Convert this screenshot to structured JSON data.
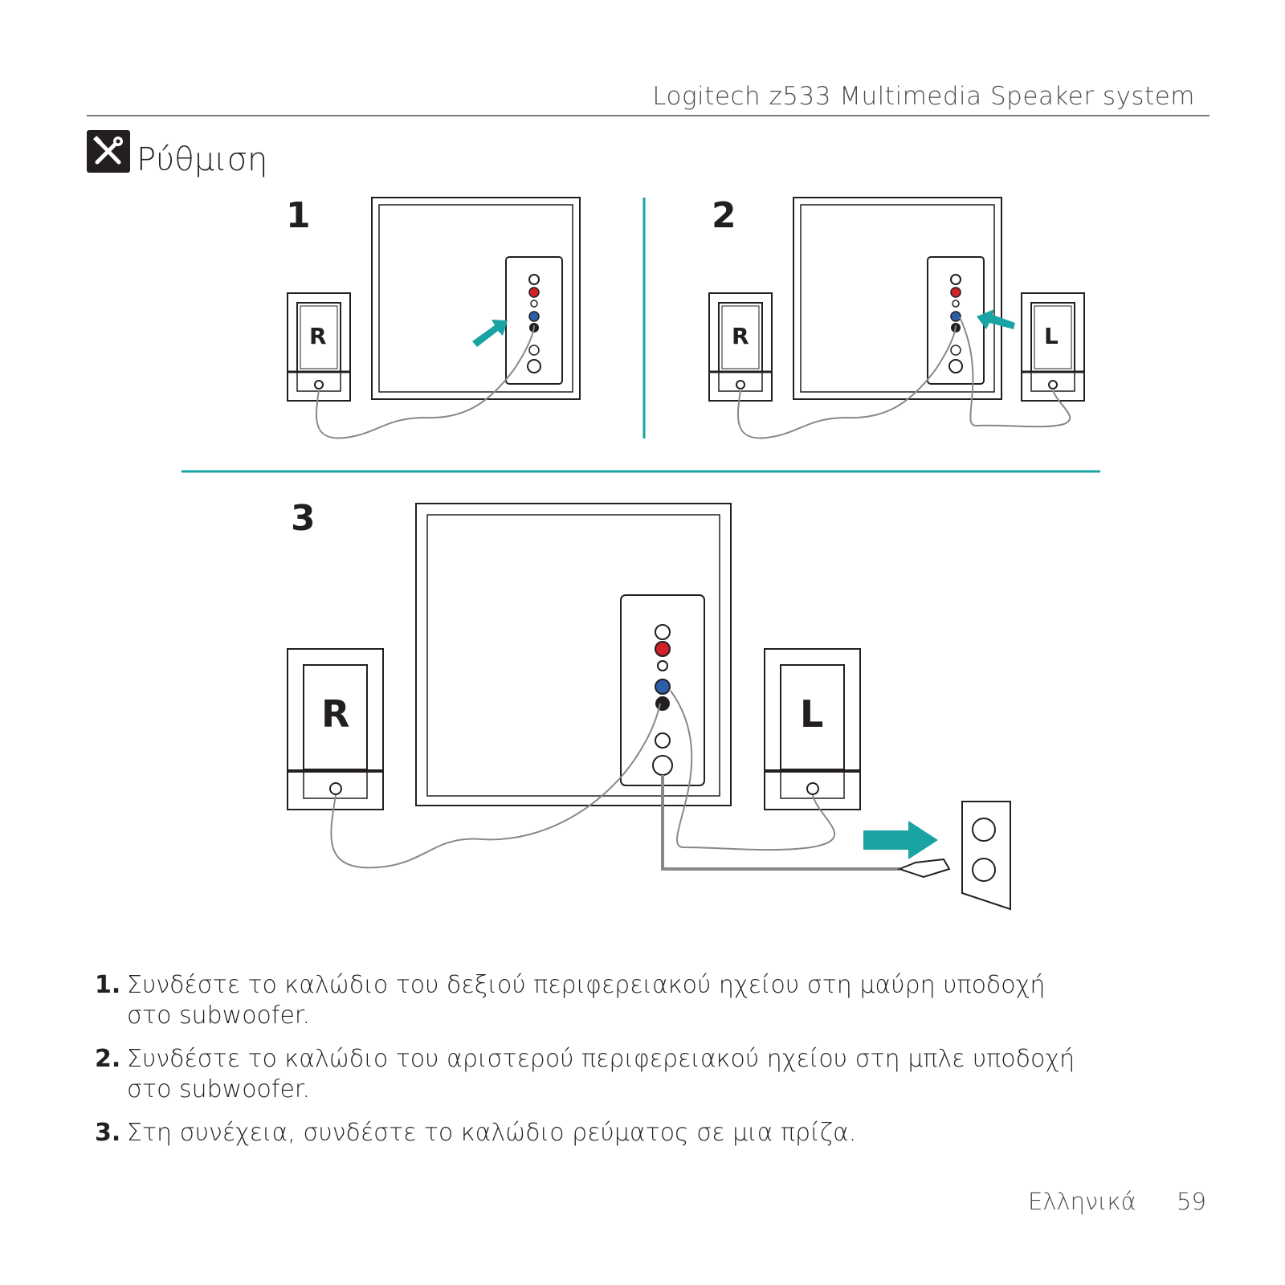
{
  "header": {
    "title": "Logitech z533 Multimedia Speaker system"
  },
  "section": {
    "title": "Ρύθμιση",
    "icon": "tools-icon"
  },
  "diagram": {
    "panels": [
      {
        "number": "1",
        "speakers": [
          "R"
        ]
      },
      {
        "number": "2",
        "speakers": [
          "R",
          "L"
        ]
      },
      {
        "number": "3",
        "speakers": [
          "R",
          "L"
        ]
      }
    ],
    "accent_color": "#1aa3a3"
  },
  "steps": [
    {
      "n": "1.",
      "text": "Συνδέστε το καλώδιο του δεξιού περιφερειακού ηχείου στη μαύρη υποδοχή στο subwoofer."
    },
    {
      "n": "2.",
      "text": "Συνδέστε το καλώδιο του αριστερού περιφερειακού ηχείου στη μπλε υποδοχή στο subwoofer."
    },
    {
      "n": "3.",
      "text": "Στη συνέχεια, συνδέστε το καλώδιο ρεύματος σε μια πρίζα."
    }
  ],
  "footer": {
    "language": "Ελληνικά",
    "page": "59"
  }
}
